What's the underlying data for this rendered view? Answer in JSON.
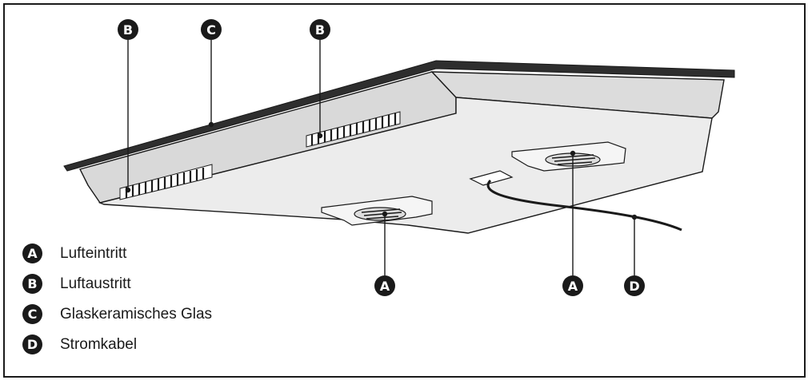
{
  "callouts": {
    "b_left": "B",
    "c_top": "C",
    "b_mid": "B",
    "a_left": "A",
    "a_right": "A",
    "d_cable": "D"
  },
  "legend": [
    {
      "letter": "A",
      "text": "Lufteintritt"
    },
    {
      "letter": "B",
      "text": "Luftaustritt"
    },
    {
      "letter": "C",
      "text": "Glaskeramisches Glas"
    },
    {
      "letter": "D",
      "text": "Stromkabel"
    }
  ],
  "colors": {
    "ink": "#1a1a1a",
    "housing": "#e8e8e8",
    "glass": "#3a3a3a"
  }
}
